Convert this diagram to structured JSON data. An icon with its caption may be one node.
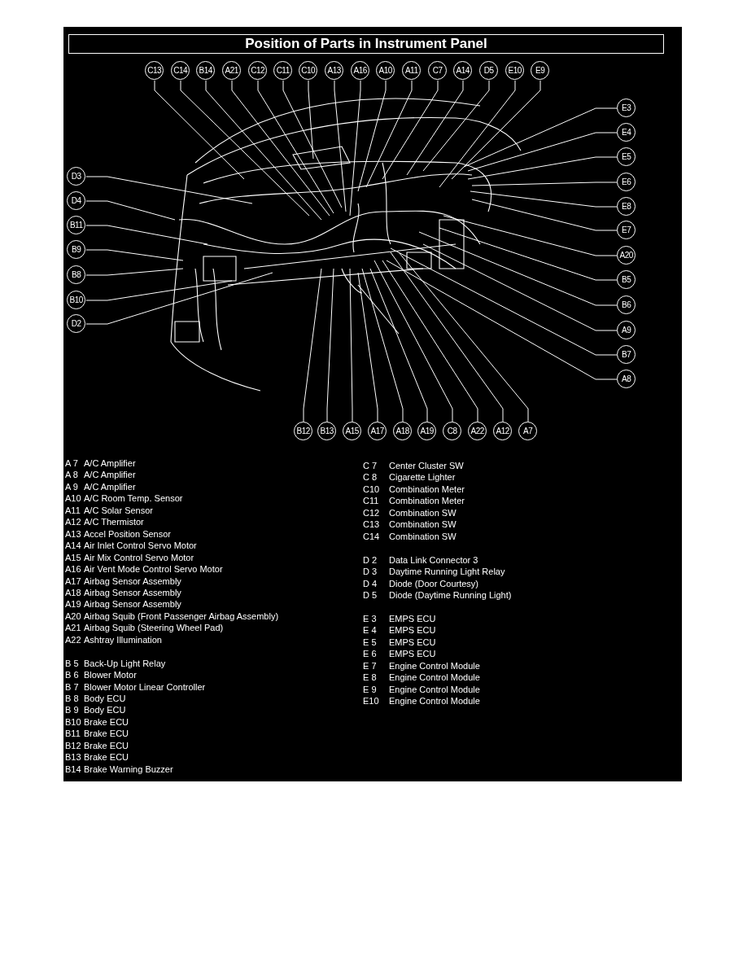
{
  "diagram": {
    "title": "Position of Parts in Instrument Panel",
    "nodes": [
      {
        "text": [
          "C13"
        ]
      },
      {
        "text": [
          "C14"
        ]
      },
      {
        "text": [
          "B14"
        ]
      },
      {
        "text": [
          "A21"
        ]
      },
      {
        "text": [
          "C12"
        ]
      },
      {
        "text": [
          "C11"
        ]
      },
      {
        "text": [
          "C10"
        ]
      },
      {
        "text": [
          "A13"
        ]
      },
      {
        "text": [
          "A16"
        ]
      },
      {
        "text": [
          "A10"
        ]
      },
      {
        "text": [
          "A11"
        ]
      },
      {
        "text": [
          "C7"
        ]
      },
      {
        "text": [
          "A14"
        ]
      },
      {
        "text": [
          "D5"
        ]
      },
      {
        "text": [
          "E10"
        ]
      },
      {
        "text": [
          "E9"
        ]
      },
      {
        "text": [
          "D3"
        ]
      },
      {
        "text": [
          "D4"
        ]
      },
      {
        "text": [
          "B11"
        ]
      },
      {
        "text": [
          "B9"
        ]
      },
      {
        "text": [
          "B8"
        ]
      },
      {
        "text": [
          "B10"
        ]
      },
      {
        "text": [
          "D2"
        ]
      },
      {
        "text": [
          "E3"
        ]
      },
      {
        "text": [
          "E4"
        ]
      },
      {
        "text": [
          "E5"
        ]
      },
      {
        "text": [
          "E6"
        ]
      },
      {
        "text": [
          "E8"
        ]
      },
      {
        "text": [
          "E7"
        ]
      },
      {
        "text": [
          "A20"
        ]
      },
      {
        "text": [
          "B5"
        ]
      },
      {
        "text": [
          "B6"
        ]
      },
      {
        "text": [
          "A9"
        ]
      },
      {
        "text": [
          "B7"
        ]
      },
      {
        "text": [
          "A8"
        ]
      },
      {
        "text": [
          "B12"
        ]
      },
      {
        "text": [
          "B13"
        ]
      },
      {
        "text": [
          "A15"
        ]
      },
      {
        "text": [
          "A17"
        ]
      },
      {
        "text": [
          "A18"
        ]
      },
      {
        "text": [
          "A19"
        ]
      },
      {
        "text": [
          "C8"
        ]
      },
      {
        "text": [
          "A22"
        ]
      },
      {
        "text": [
          "A12"
        ]
      },
      {
        "text": [
          "A7"
        ]
      }
    ],
    "edges": [
      {
        "from": 0,
        "to": null,
        "arrow": "none"
      },
      {
        "from": 1,
        "to": null,
        "arrow": "none"
      },
      {
        "from": 2,
        "to": null,
        "arrow": "none"
      },
      {
        "from": 3,
        "to": null,
        "arrow": "none"
      },
      {
        "from": 4,
        "to": null,
        "arrow": "none"
      },
      {
        "from": 5,
        "to": null,
        "arrow": "none"
      },
      {
        "from": 6,
        "to": null,
        "arrow": "none"
      },
      {
        "from": 7,
        "to": null,
        "arrow": "none"
      },
      {
        "from": 8,
        "to": null,
        "arrow": "none"
      },
      {
        "from": 9,
        "to": null,
        "arrow": "none"
      },
      {
        "from": 10,
        "to": null,
        "arrow": "none"
      },
      {
        "from": 11,
        "to": null,
        "arrow": "none"
      },
      {
        "from": 12,
        "to": null,
        "arrow": "none"
      },
      {
        "from": 13,
        "to": null,
        "arrow": "none"
      },
      {
        "from": 14,
        "to": null,
        "arrow": "none"
      },
      {
        "from": 15,
        "to": null,
        "arrow": "none"
      },
      {
        "from": 16,
        "to": null,
        "arrow": "none"
      },
      {
        "from": 17,
        "to": null,
        "arrow": "none"
      },
      {
        "from": 18,
        "to": null,
        "arrow": "none"
      },
      {
        "from": 19,
        "to": null,
        "arrow": "none"
      },
      {
        "from": 20,
        "to": null,
        "arrow": "none"
      },
      {
        "from": 21,
        "to": null,
        "arrow": "none"
      },
      {
        "from": 22,
        "to": null,
        "arrow": "none"
      },
      {
        "from": 23,
        "to": null,
        "arrow": "none"
      },
      {
        "from": 24,
        "to": null,
        "arrow": "none"
      },
      {
        "from": 25,
        "to": null,
        "arrow": "none"
      },
      {
        "from": 26,
        "to": null,
        "arrow": "none"
      },
      {
        "from": 27,
        "to": null,
        "arrow": "none"
      },
      {
        "from": 28,
        "to": null,
        "arrow": "none"
      },
      {
        "from": 29,
        "to": null,
        "arrow": "none"
      },
      {
        "from": 30,
        "to": null,
        "arrow": "none"
      },
      {
        "from": 31,
        "to": null,
        "arrow": "none"
      },
      {
        "from": 32,
        "to": null,
        "arrow": "none"
      },
      {
        "from": 33,
        "to": null,
        "arrow": "none"
      },
      {
        "from": 34,
        "to": null,
        "arrow": "none"
      },
      {
        "from": 35,
        "to": null,
        "arrow": "none"
      },
      {
        "from": 36,
        "to": null,
        "arrow": "none"
      },
      {
        "from": 37,
        "to": null,
        "arrow": "none"
      },
      {
        "from": 38,
        "to": null,
        "arrow": "none"
      },
      {
        "from": 39,
        "to": null,
        "arrow": "none"
      },
      {
        "from": 40,
        "to": null,
        "arrow": "none"
      },
      {
        "from": 41,
        "to": null,
        "arrow": "none"
      },
      {
        "from": 42,
        "to": null,
        "arrow": "none"
      },
      {
        "from": 43,
        "to": null,
        "arrow": "none"
      },
      {
        "from": 44,
        "to": null,
        "arrow": "none"
      }
    ],
    "labels": [
      "A 7",
      "A/C Amplifier",
      "A 8",
      "A/C Amplifier",
      "A 9",
      "A/C Amplifier",
      "A10",
      "A/C Room Temp. Sensor",
      "A11",
      "A/C Solar Sensor",
      "A12",
      "A/C Thermistor",
      "A13",
      "Accel Position Sensor",
      "A14",
      "Air Inlet Control Servo Motor",
      "A15",
      "Air Mix Control Servo Motor",
      "A16",
      "Air Vent Mode Control Servo Motor",
      "A17",
      "Airbag Sensor Assembly",
      "A18",
      "Airbag Sensor Assembly",
      "A19",
      "Airbag Sensor Assembly",
      "A20",
      "Airbag Squib (Front Passenger Airbag Assembly)",
      "A21",
      "Airbag Squib (Steering Wheel Pad)",
      "A22",
      "Ashtray Illumination",
      "B 5",
      "Back-Up Light Relay",
      "B 6",
      "Blower Motor",
      "B 7",
      "Blower Motor Linear Controller",
      "B 8",
      "Body ECU",
      "B 9",
      "Body ECU",
      "B10",
      "Brake ECU",
      "B11",
      "Brake ECU",
      "B12",
      "Brake ECU",
      "B13",
      "Brake ECU",
      "B14",
      "Brake Warning Buzzer",
      "C 7",
      "Center Cluster SW",
      "C 8",
      "Cigarette Lighter",
      "C10",
      "Combination Meter",
      "C11",
      "Combination Meter",
      "C12",
      "Combination SW",
      "C13",
      "Combination SW",
      "C14",
      "Combination SW",
      "D 2",
      "Data Link Connector 3",
      "D 3",
      "Daytime Running Light Relay",
      "D 4",
      "Diode (Door Courtesy)",
      "D 5",
      "Diode (Daytime Running Light)",
      "E 3",
      "EMPS ECU",
      "E 4",
      "EMPS ECU",
      "E 5",
      "EMPS ECU",
      "E 6",
      "EMPS ECU",
      "E 7",
      "Engine Control Module",
      "E 8",
      "Engine Control Module",
      "E 9",
      "Engine Control Module",
      "E10",
      "Engine Control Module"
    ]
  }
}
